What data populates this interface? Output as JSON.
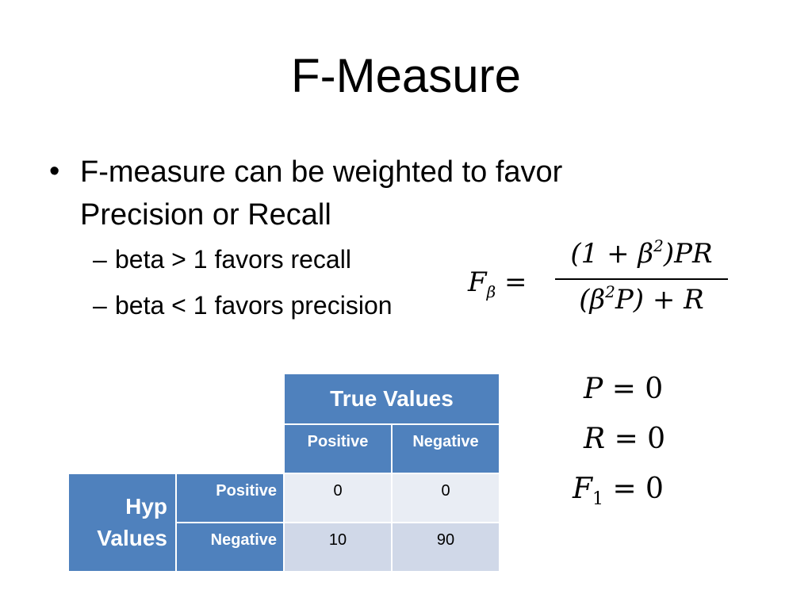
{
  "slide": {
    "title": "F-Measure",
    "bullets": [
      {
        "marker": "•",
        "text": "F-measure can be weighted to favor Precision or Recall",
        "subs": [
          {
            "dash": "–",
            "text": "beta > 1 favors recall"
          },
          {
            "dash": "–",
            "text": "beta < 1 favors precision"
          }
        ]
      }
    ]
  },
  "formula": {
    "lhs_symbol": "F",
    "lhs_subscript": "β",
    "equals": "=",
    "numerator": {
      "prefix": "(1 + β",
      "power": "2",
      "suffix": ")PR"
    },
    "denominator": {
      "prefix": "(β",
      "power": "2",
      "suffix": "P) + R"
    }
  },
  "equations": [
    {
      "symbol": "P",
      "subscript": "",
      "rhs": "= 0"
    },
    {
      "symbol": "R",
      "subscript": "",
      "rhs": "= 0"
    },
    {
      "symbol": "F",
      "subscript": "1",
      "rhs": "= 0"
    }
  ],
  "confusion_matrix": {
    "column_group_header": "True Values",
    "column_headers": [
      "Positive",
      "Negative"
    ],
    "row_group_header_line1": "Hyp",
    "row_group_header_line2": "Values",
    "rows": [
      {
        "label": "Positive",
        "values": [
          "0",
          "0"
        ]
      },
      {
        "label": "Negative",
        "values": [
          "10",
          "90"
        ]
      }
    ]
  },
  "colors": {
    "header_blue": "#4f81bd",
    "cell_light": "#e9edf4",
    "cell_mid": "#d0d8e8"
  }
}
